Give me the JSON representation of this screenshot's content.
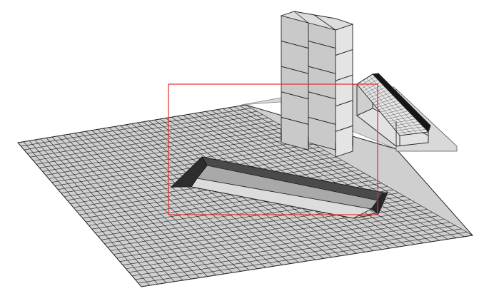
{
  "scene": {
    "kind": "3d-isometric-model-view",
    "background": "#ffffff",
    "colors": {
      "grid_surface": "#cfcfcf",
      "grid_line": "#1a1a1a",
      "ground_slab": "#d6d6d6",
      "edge": "#222222",
      "pit_light": "#dcdcdc",
      "pit_mid": "#a9a9a9",
      "pit_dark": "#4a4a4a",
      "pit_black": "#111111",
      "frame_face_left": "#c9c9c9",
      "frame_face_right": "#e4e4e4",
      "roof_dark": "#161616",
      "roof_tile": "#e6e6e6",
      "selection": "#e03030"
    },
    "objects": [
      {
        "name": "terrain-mesh",
        "type": "gridded-surface"
      },
      {
        "name": "ground-slab",
        "type": "flat-platform"
      },
      {
        "name": "building-frame",
        "type": "column-beam-tower",
        "levels": 5,
        "bays": 2
      },
      {
        "name": "roofed-shed",
        "type": "gable-roof-structure"
      },
      {
        "name": "excavation-pit",
        "type": "rectangular-trench"
      },
      {
        "name": "selection-box",
        "type": "rectangle-highlight"
      }
    ]
  }
}
